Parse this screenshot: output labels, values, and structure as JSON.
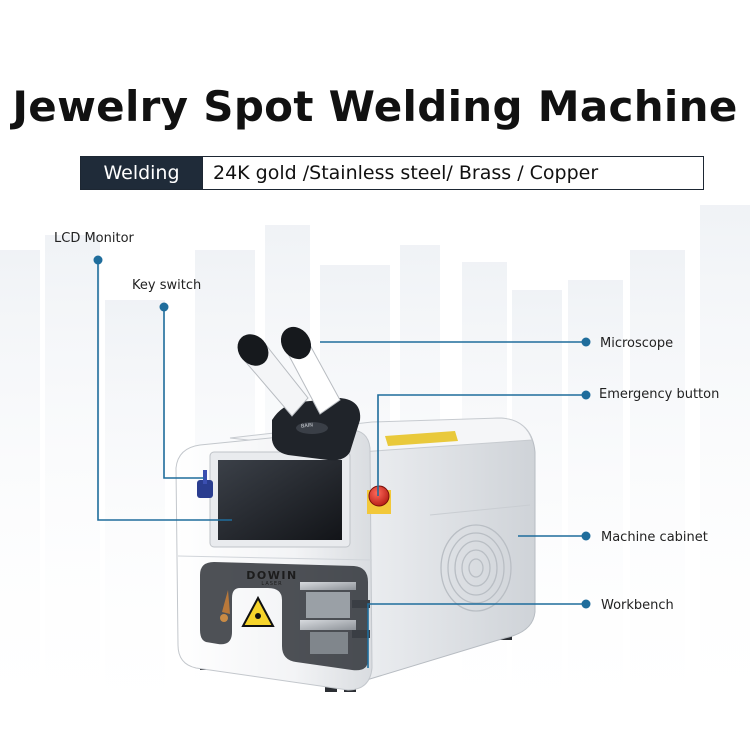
{
  "title": "Jewelry Spot Welding Machine",
  "materials": {
    "tag": "Welding",
    "list": "24K gold /Stainless steel/ Brass / Copper"
  },
  "machine": {
    "brand_logo": "DOWIN",
    "brand_sub": "LASER",
    "microscope_brand": "BAIN"
  },
  "callouts": {
    "lcd_monitor": "LCD Monitor",
    "key_switch": "Key switch",
    "microscope": "Microscope",
    "emergency_button": "Emergency button",
    "machine_cabinet": "Machine cabinet",
    "workbench": "Workbench"
  },
  "colors": {
    "accent": "#1f6d9c",
    "tag_bg": "#1f2b39"
  }
}
